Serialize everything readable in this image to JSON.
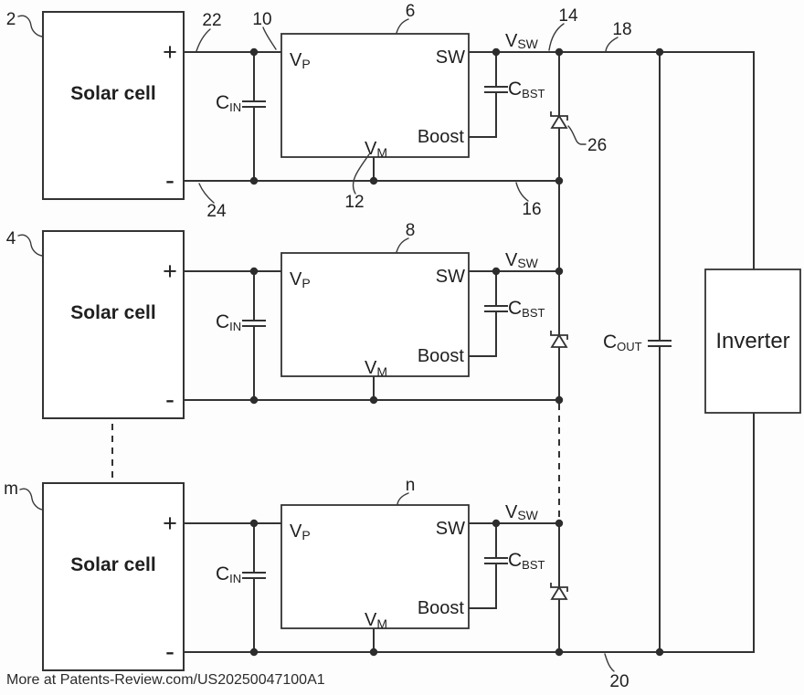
{
  "colors": {
    "line": "#333333",
    "background": "#fdfdfd",
    "box_fill": "#ffffff",
    "text": "#1f1f1f"
  },
  "rows": [
    {
      "ref": "2",
      "conv_ref": "6",
      "solar_label": "Solar cell",
      "plus": "+",
      "minus": "-"
    },
    {
      "ref": "4",
      "conv_ref": "8",
      "solar_label": "Solar cell",
      "plus": "+",
      "minus": "-"
    },
    {
      "ref": "m",
      "conv_ref": "n",
      "solar_label": "Solar cell",
      "plus": "+",
      "minus": "-"
    }
  ],
  "pins": {
    "vp": {
      "main": "V",
      "sub": "P"
    },
    "sw": "SW",
    "boost": "Boost",
    "vm": {
      "main": "V",
      "sub": "M"
    },
    "vsw": {
      "main": "V",
      "sub": "SW"
    }
  },
  "caps": {
    "cin": {
      "main": "C",
      "sub": "IN"
    },
    "cbst": {
      "main": "C",
      "sub": "BST"
    },
    "cout": {
      "main": "C",
      "sub": "OUT"
    }
  },
  "inverter": {
    "label": "Inverter"
  },
  "wire_refs": {
    "n10": "10",
    "n12": "12",
    "n14": "14",
    "n16": "16",
    "n18": "18",
    "n20": "20",
    "n22": "22",
    "n24": "24",
    "n26": "26"
  },
  "footer": {
    "credit": "More at Patents-Review.com/US20250047100A1"
  }
}
